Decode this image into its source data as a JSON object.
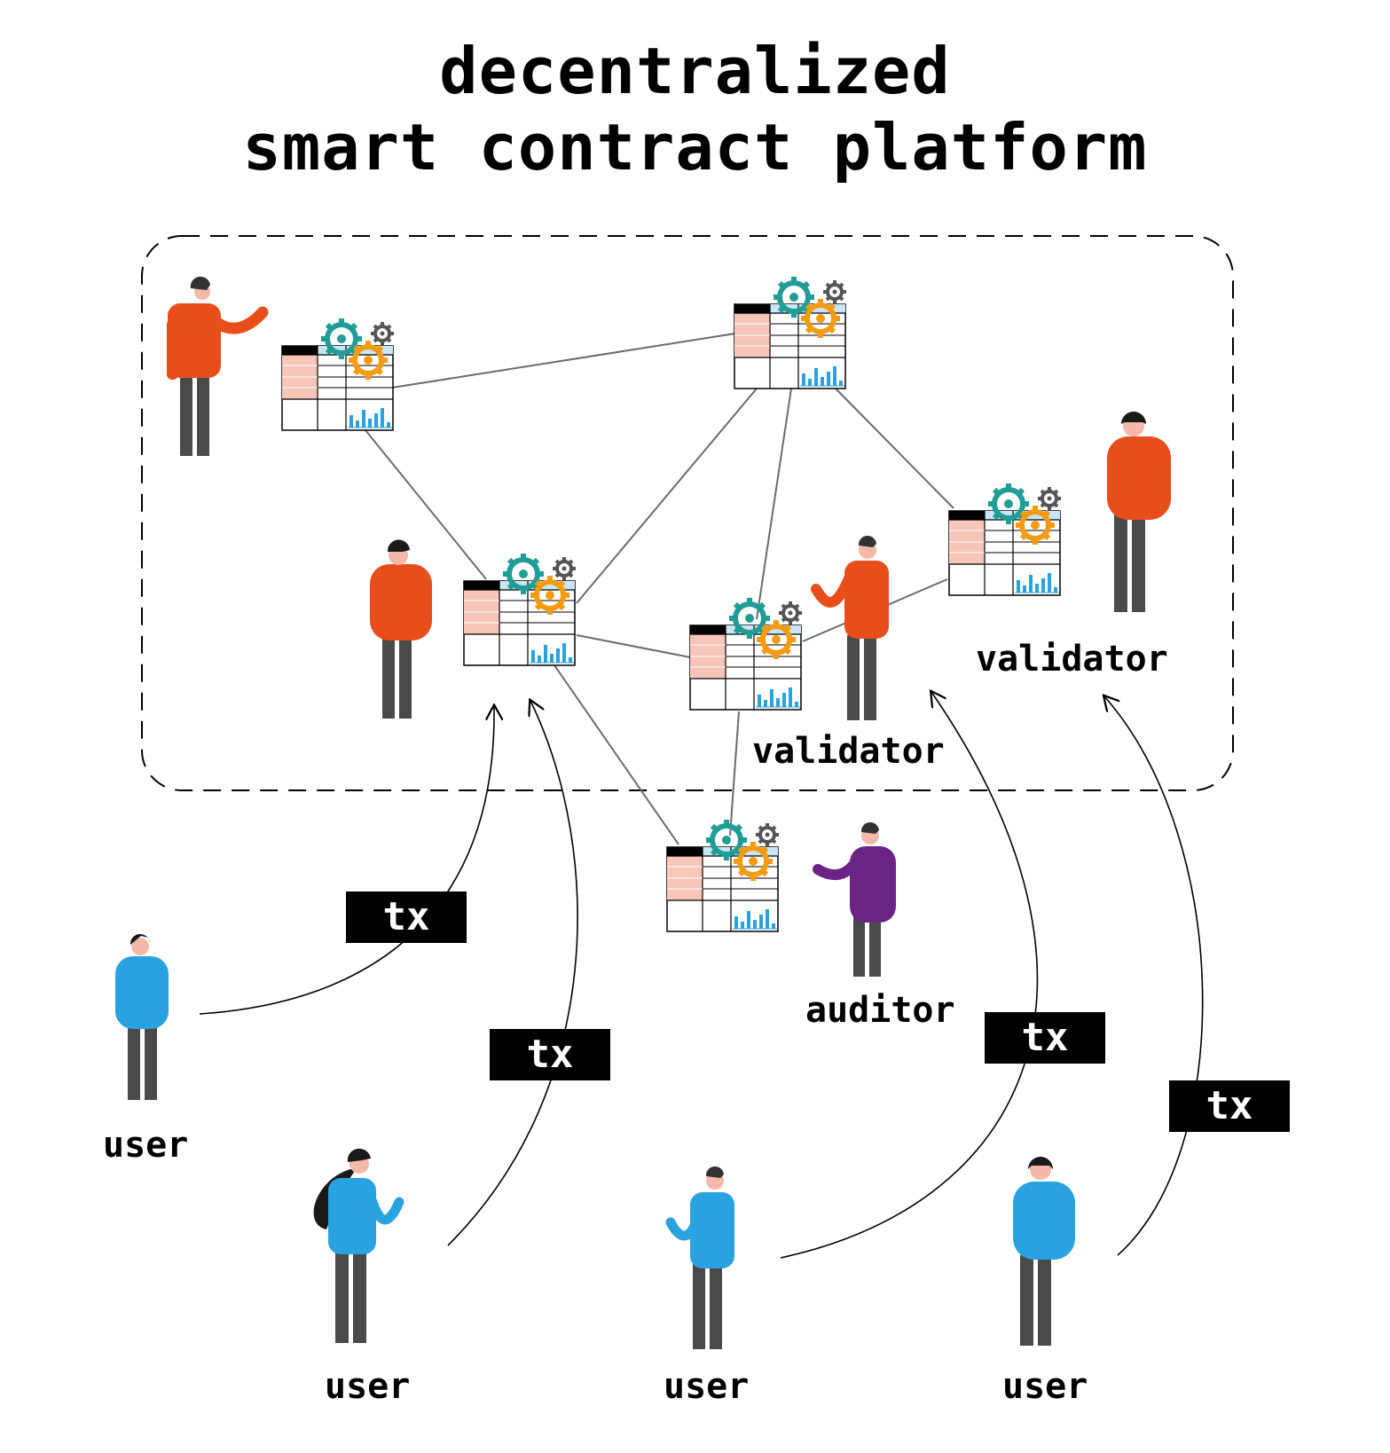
{
  "title": {
    "line1": "decentralized",
    "line2": "smart contract platform"
  },
  "labels": {
    "validator_1": "validator",
    "validator_2": "validator",
    "auditor": "auditor",
    "user_1": "user",
    "user_2": "user",
    "user_3": "user",
    "user_4": "user"
  },
  "transactions": {
    "tx_1": "tx",
    "tx_2": "tx",
    "tx_3": "tx",
    "tx_4": "tx"
  },
  "colors": {
    "validator": "#e84e1b",
    "auditor": "#6b2385",
    "user": "#29a3e0",
    "trousers": "#4a4a4a",
    "skin": "#f6b8a8",
    "hair": "#1a1a1a",
    "gear_teal": "#1f9d96",
    "gear_orange": "#f39c12",
    "gear_gray": "#555555",
    "ledger_header": "#000000",
    "ledger_pink": "#f7c6b9",
    "ledger_blue": "#c8e6f5",
    "chart_bars": "#29a3e0",
    "network_line": "#6b6b6b"
  },
  "icons": [
    "ledger-node-icon",
    "gear-icon",
    "bar-chart-icon",
    "person-icon",
    "arrow-icon"
  ]
}
